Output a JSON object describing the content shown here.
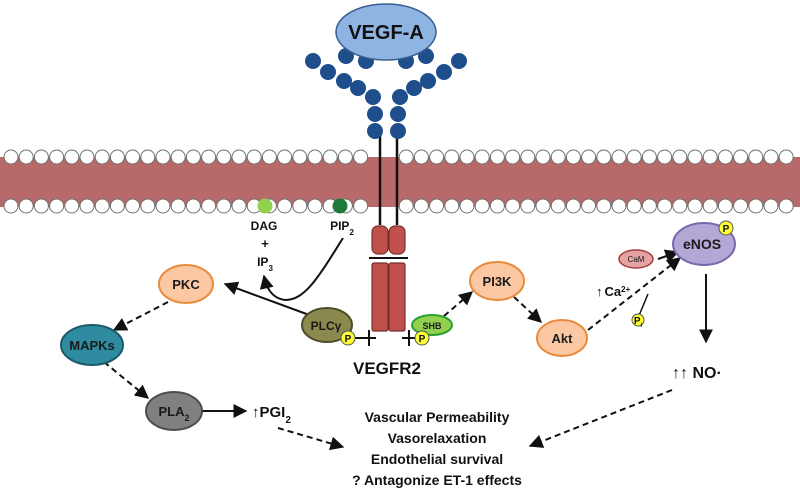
{
  "colors": {
    "membrane_band": "#b86a6a",
    "membrane_ball": "#ffffff",
    "membrane_ball_stroke": "#707070",
    "bead": "#1f4e8c",
    "vegf_fill": "#8eb4e3",
    "receptor": "#c0504d",
    "orange_node": "#fbc8a3",
    "orange_stroke": "#e98a3a",
    "mapk_fill": "#2e8ba0",
    "pla2_fill": "#808080",
    "plcg_fill": "#8b8a4e",
    "shb_fill": "#92d050",
    "shb_stroke": "#2e9e2e",
    "enos_fill": "#b4a7d6",
    "enos_stroke": "#7b68ae",
    "cam_fill": "#e6a3a3",
    "cam_stroke": "#a33d3d",
    "phospho": "#ffff33",
    "dag_dot": "#92d050",
    "pip2_dot": "#1e7a3a"
  },
  "icons": [
    "phospho-marker-icon",
    "membrane-bilayer",
    "receptor-bead-chain"
  ],
  "labels": {
    "vegfa": "VEGF-A",
    "vegfr2": "VEGFR2",
    "dag": "DAG",
    "plus": "+",
    "ip3_base": "IP",
    "ip3_sub": "3",
    "pip2_base": "PIP",
    "pip2_sub": "2",
    "pkc": "PKC",
    "mapks": "MAPKs",
    "pla2_base": "PLA",
    "pla2_sub": "2",
    "pgi2_base": "↑PGI",
    "pgi2_sub": "2",
    "plcg": "PLCγ",
    "shb": "SHB",
    "pi3k": "PI3K",
    "akt": "Akt",
    "enos": "eNOS",
    "cam": "CaM",
    "ca_arrow": "↑",
    "ca_base": "Ca",
    "ca_sup": "2+",
    "p": "P",
    "pi_base": "P",
    "pi_sub": "i",
    "no": "↑↑ NO·"
  },
  "effects": [
    "Vascular Permeability",
    "Vasorelaxation",
    "Endothelial survival",
    "? Antagonize ET-1 effects"
  ]
}
